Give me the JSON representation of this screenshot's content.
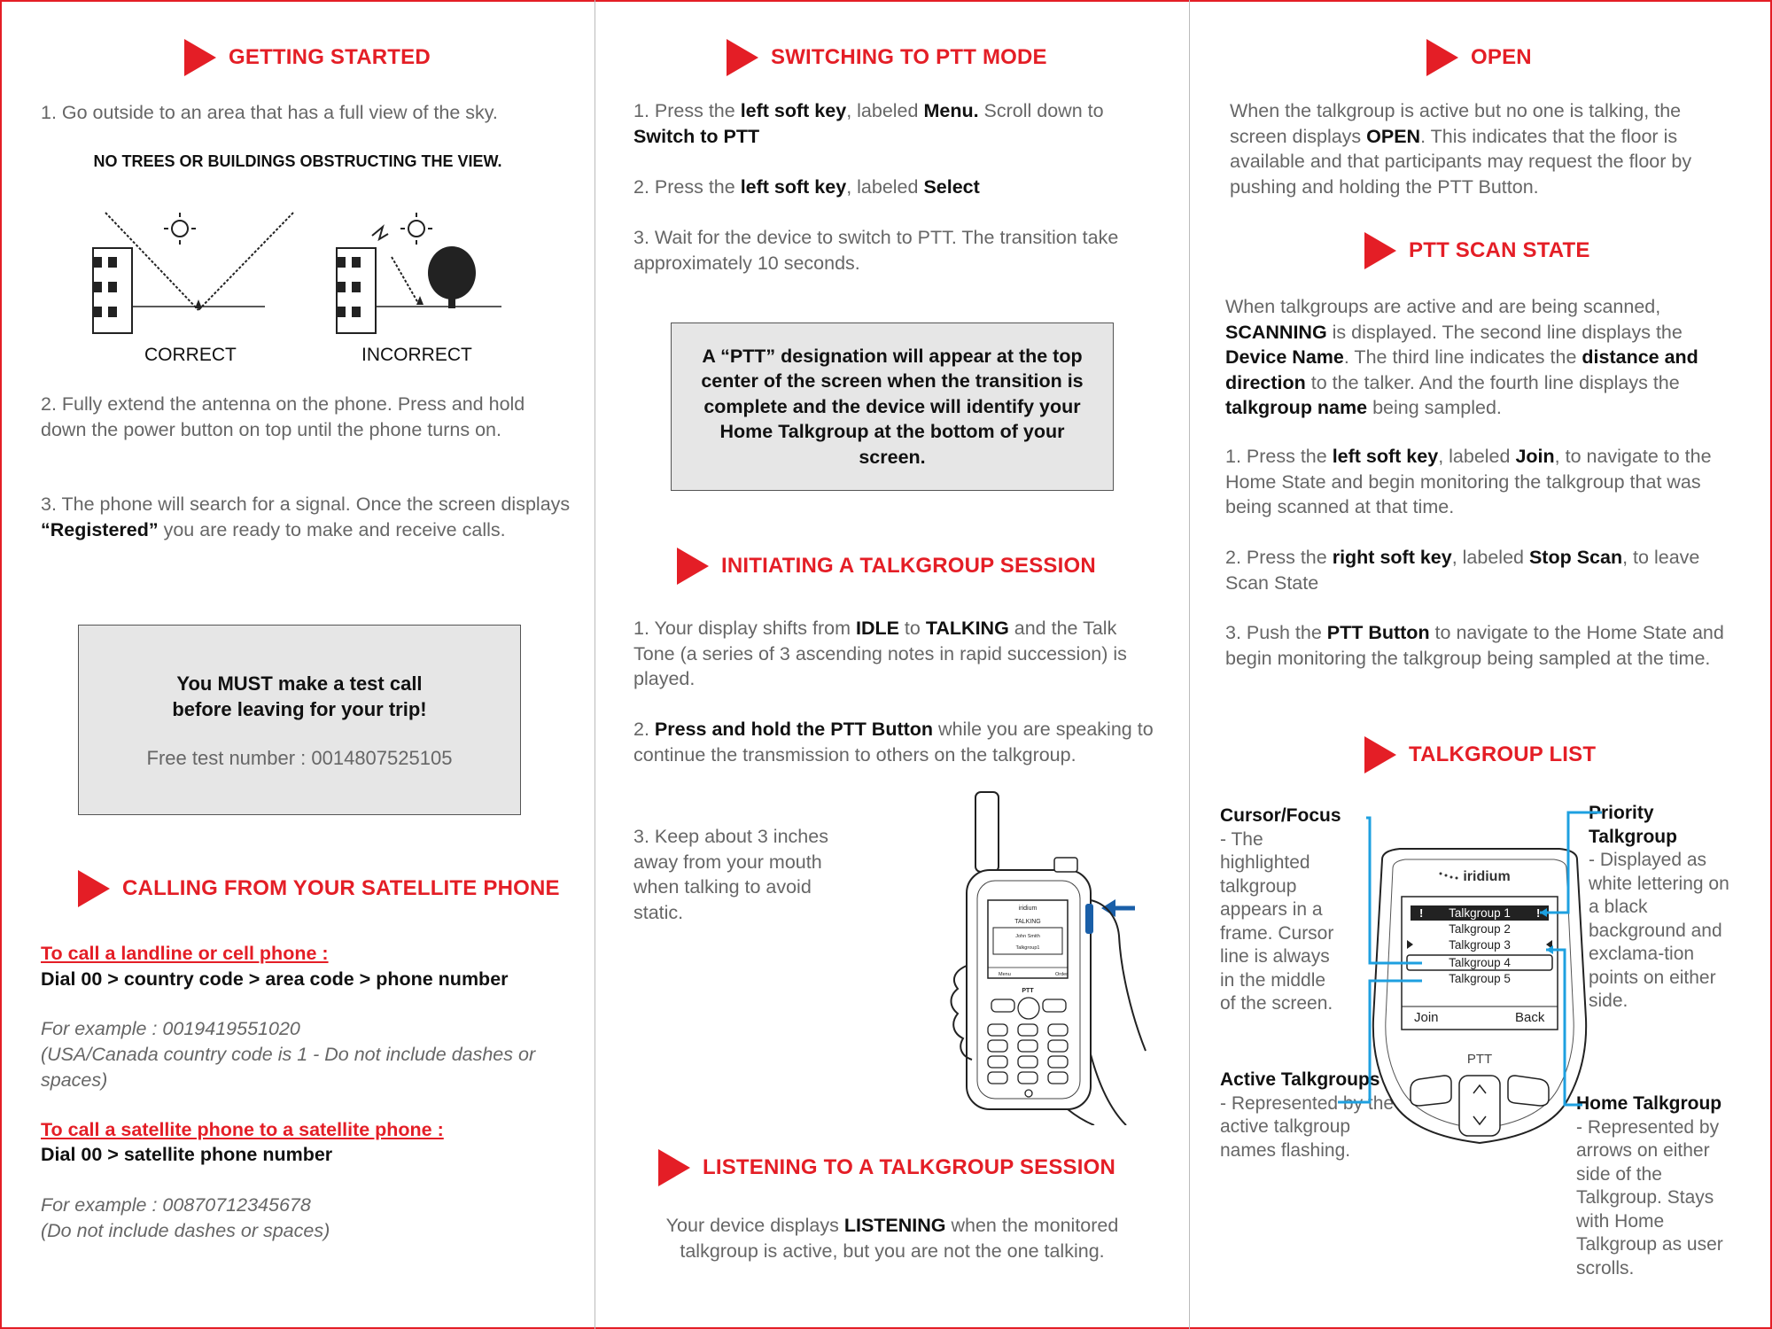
{
  "colors": {
    "accent": "#e41e26",
    "callout_line": "#1ea0e0",
    "text": "#666666",
    "dark": "#111111"
  },
  "col1": {
    "getting_started": {
      "title": "GETTING STARTED",
      "step1": "1. Go outside to an area that has a full view of the sky.",
      "warning": "NO TREES OR BUILDINGS OBSTRUCTING THE VIEW.",
      "correct_label": "CORRECT",
      "incorrect_label": "INCORRECT",
      "step2": "2. Fully extend the antenna on the phone. Press and hold down the power button on top until the phone turns on.",
      "step3_pre": "3. The phone will search for a signal. Once the screen displays ",
      "step3_bold": "“Registered”",
      "step3_post": " you are ready to make and receive calls."
    },
    "test_call": {
      "line1": "You MUST make a test call",
      "line2": "before leaving for your trip!",
      "number": "Free test number : 0014807525105"
    },
    "calling": {
      "title": "CALLING FROM YOUR SATELLITE PHONE",
      "landline_heading": "To call a landline or cell phone :",
      "landline_dial": "Dial 00 > country code > area code > phone number",
      "landline_example": "For example : 0019419551020",
      "landline_note": "(USA/Canada country code is 1 - Do not include dashes or spaces)",
      "sat_heading": "To call a satellite phone to a satellite phone :",
      "sat_dial": "Dial 00 > satellite phone number",
      "sat_example": "For example : 00870712345678",
      "sat_note": "(Do not include dashes or spaces)"
    }
  },
  "col2": {
    "switching": {
      "title": "SWITCHING TO PTT MODE",
      "s1_a": "1. Press the ",
      "s1_b": "left soft key",
      "s1_c": ", labeled ",
      "s1_d": "Menu.",
      "s1_e": " Scroll down to ",
      "s1_f": "Switch to PTT",
      "s2_a": "2. Press the ",
      "s2_b": "left soft key",
      "s2_c": ", labeled ",
      "s2_d": "Select",
      "s3": "3. Wait for the device to switch to PTT. The transition take approximately 10 seconds.",
      "note": "A “PTT” designation will appear at the top center of the screen when the transition is complete and the device will identify your Home Talkgroup at the bottom of your screen."
    },
    "initiating": {
      "title": "INITIATING A TALKGROUP SESSION",
      "s1_a": "1. Your display shifts from ",
      "s1_b": "IDLE",
      "s1_c": " to ",
      "s1_d": "TALKING",
      "s1_e": " and the Talk Tone (a series of 3 ascending notes in rapid succession) is played.",
      "s2_a": "2. ",
      "s2_b": "Press and hold the PTT Button",
      "s2_c": " while you are speaking to continue the transmission to others on the talkgroup.",
      "s3": "3. Keep about 3 inches away from your mouth when talking to avoid static."
    },
    "phone_screen": {
      "brand": "iridium",
      "status": "TALKING",
      "name": "John Smith",
      "group": "Talkgroup1",
      "left_key": "Menu",
      "right_key": "Order",
      "ptt": "PTT"
    },
    "listening": {
      "title": "LISTENING TO A TALKGROUP SESSION",
      "a": "Your device displays ",
      "b": "LISTENING",
      "c": " when the monitored talkgroup is active, but you are not the one talking."
    }
  },
  "col3": {
    "open": {
      "title": "OPEN",
      "a": "When the talkgroup is active but no one is talking, the screen displays ",
      "b": "OPEN",
      "c": ". This indicates that the floor is available and that participants may request the floor by pushing and holding the PTT Button."
    },
    "scan": {
      "title": "PTT SCAN STATE",
      "p_a": "When talkgroups are active and are being scanned, ",
      "p_b": "SCANNING",
      "p_c": " is displayed. The second line displays the ",
      "p_d": "Device Name",
      "p_e": ". The third line indicates the ",
      "p_f": "distance and direction",
      "p_g": " to the talker. And the fourth line displays the ",
      "p_h": "talkgroup name",
      "p_i": " being sampled.",
      "s1_a": "1. Press the ",
      "s1_b": "left soft key",
      "s1_c": ", labeled ",
      "s1_d": "Join",
      "s1_e": ", to navigate to the Home State and begin monitoring the talkgroup that was being scanned at that time.",
      "s2_a": "2. Press the ",
      "s2_b": "right soft key",
      "s2_c": ", labeled ",
      "s2_d": "Stop Scan",
      "s2_e": ", to leave Scan State",
      "s3_a": "3. Push the ",
      "s3_b": "PTT Button",
      "s3_c": " to navigate to the Home State and begin monitoring the talkgroup being sampled at the time."
    },
    "list": {
      "title": "TALKGROUP LIST",
      "cursor_title": "Cursor/Focus",
      "cursor_desc": "- The highlighted talkgroup appears in a frame. Cursor line is always in the middle of the screen.",
      "priority_title": "Priority Talkgroup",
      "priority_desc": "- Displayed as white lettering on a black background and exclama-tion points on either side.",
      "active_title": "Active Talkgroups",
      "active_desc": "- Represented by the active talkgroup names flashing.",
      "home_title": "Home Talkgroup",
      "home_desc": "- Represented by arrows on either side of the Talkgroup. Stays with Home Talkgroup as user scrolls.",
      "screen": {
        "brand": "iridium",
        "items": [
          "Talkgroup 1",
          "Talkgroup 2",
          "Talkgroup 3",
          "Talkgroup 4",
          "Talkgroup 5"
        ],
        "left_key": "Join",
        "right_key": "Back",
        "ptt": "PTT"
      }
    }
  }
}
